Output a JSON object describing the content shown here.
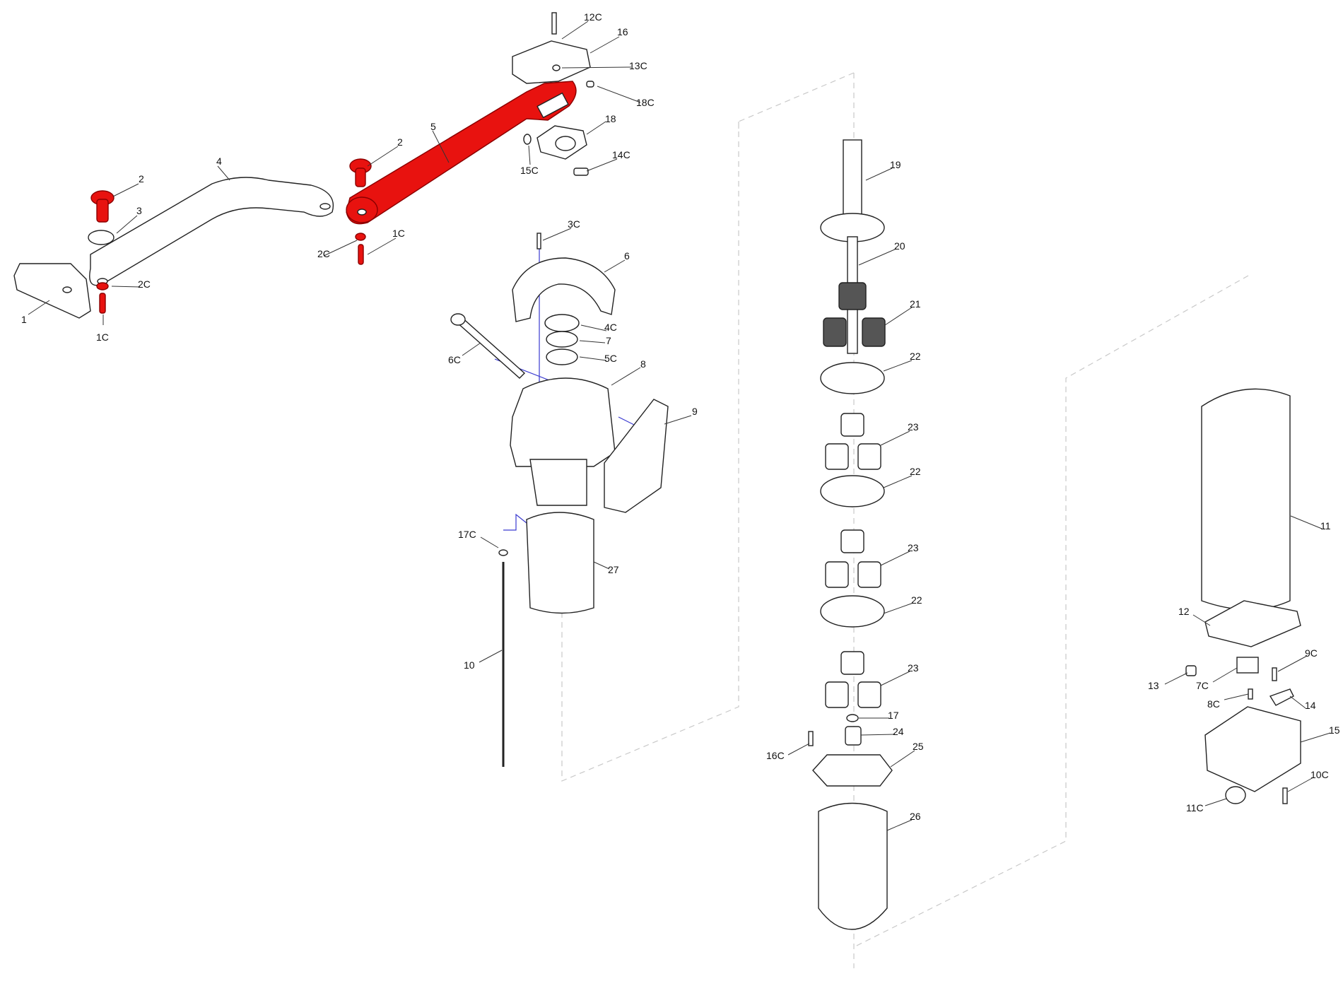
{
  "diagram": {
    "type": "exploded-parts-diagram",
    "highlight_color": "#e8120f",
    "labels": {
      "p12C": "12C",
      "p16": "16",
      "p13C": "13C",
      "p18C": "18C",
      "p18": "18",
      "p5": "5",
      "p2a": "2",
      "p14C": "14C",
      "p15C": "15C",
      "p4": "4",
      "p2b": "2",
      "p3": "3",
      "p1Ca": "1C",
      "p2Ca": "2C",
      "p3C": "3C",
      "p6": "6",
      "p2Cb": "2C",
      "p1": "1",
      "p1Cb": "1C",
      "p4C": "4C",
      "p7": "7",
      "p5C": "5C",
      "p6C": "6C",
      "p8": "8",
      "p9": "9",
      "p17C": "17C",
      "p27": "27",
      "p10": "10",
      "p19": "19",
      "p20": "20",
      "p21": "21",
      "p22a": "22",
      "p23a": "23",
      "p22b": "22",
      "p23b": "23",
      "p22c": "22",
      "p23c": "23",
      "p17": "17",
      "p24": "24",
      "p16C": "16C",
      "p25": "25",
      "p26": "26",
      "p11": "11",
      "p12": "12",
      "p9C": "9C",
      "p13": "13",
      "p7C": "7C",
      "p8C": "8C",
      "p14": "14",
      "p15": "15",
      "p10C": "10C",
      "p11C": "11C"
    }
  }
}
